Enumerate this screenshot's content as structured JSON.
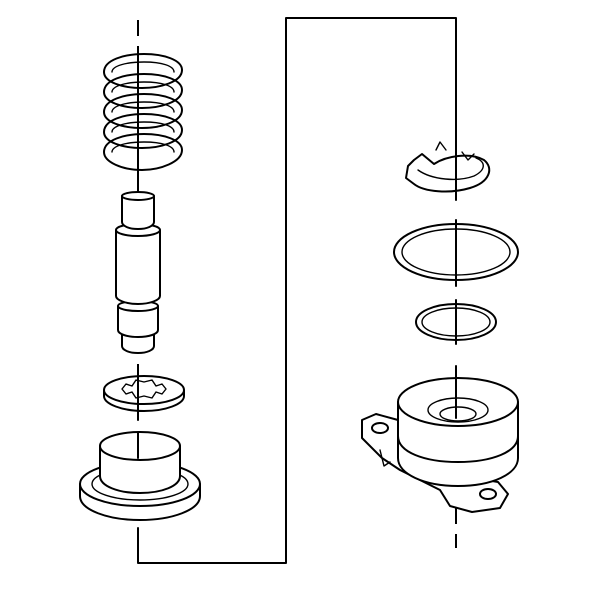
{
  "diagram": {
    "type": "exploded-assembly-view",
    "parts_left": [
      "spring",
      "valve",
      "spline-washer",
      "seat-cup"
    ],
    "parts_right": [
      "retaining-clip",
      "large-o-ring",
      "small-o-ring",
      "housing"
    ],
    "line_color": "#000000",
    "background": "#ffffff"
  }
}
